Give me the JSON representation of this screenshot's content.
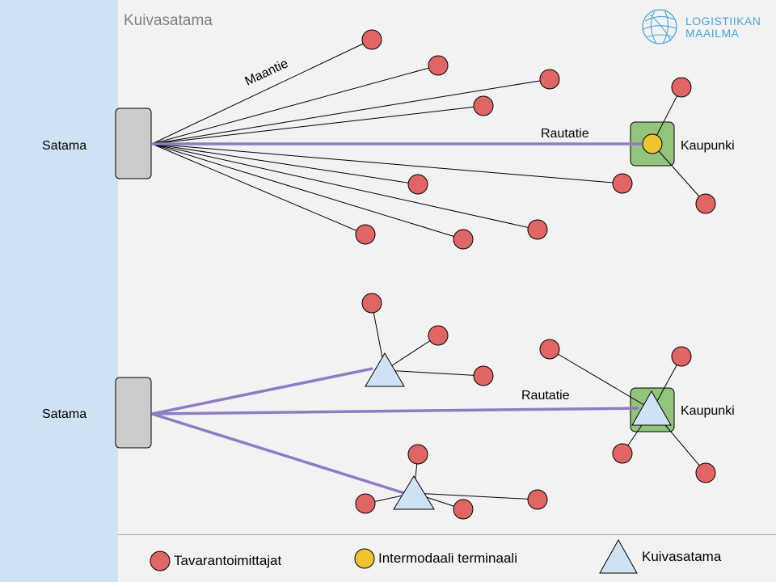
{
  "header": {
    "title": "Kuivasatama",
    "logo_line1": "LOGISTIIKAN",
    "logo_line2": "MAAILMA"
  },
  "colors": {
    "sea": "#cfe2f3",
    "background": "#f2f2f2",
    "supplier": "#e06666",
    "terminal": "#f1c232",
    "dry_port": "#cfe2f3",
    "city": "#93c47d",
    "rail": "#8e7cc3",
    "road": "#000000",
    "port": "#cccccc"
  },
  "top_scenario": {
    "port_label": "Satama",
    "city_label": "Kaupunki",
    "road_label": "Maantie",
    "rail_label": "Rautatie"
  },
  "bottom_scenario": {
    "port_label": "Satama",
    "city_label": "Kaupunki",
    "rail_label": "Rautatie"
  },
  "legend": {
    "supplier": "Tavarantoimittajat",
    "terminal": "Intermodaali terminaali",
    "dry_port": "Kuivasatama"
  },
  "icons": {
    "logo": "globe-icon",
    "supplier": "red-circle",
    "terminal": "yellow-circle",
    "dry_port": "triangle"
  }
}
